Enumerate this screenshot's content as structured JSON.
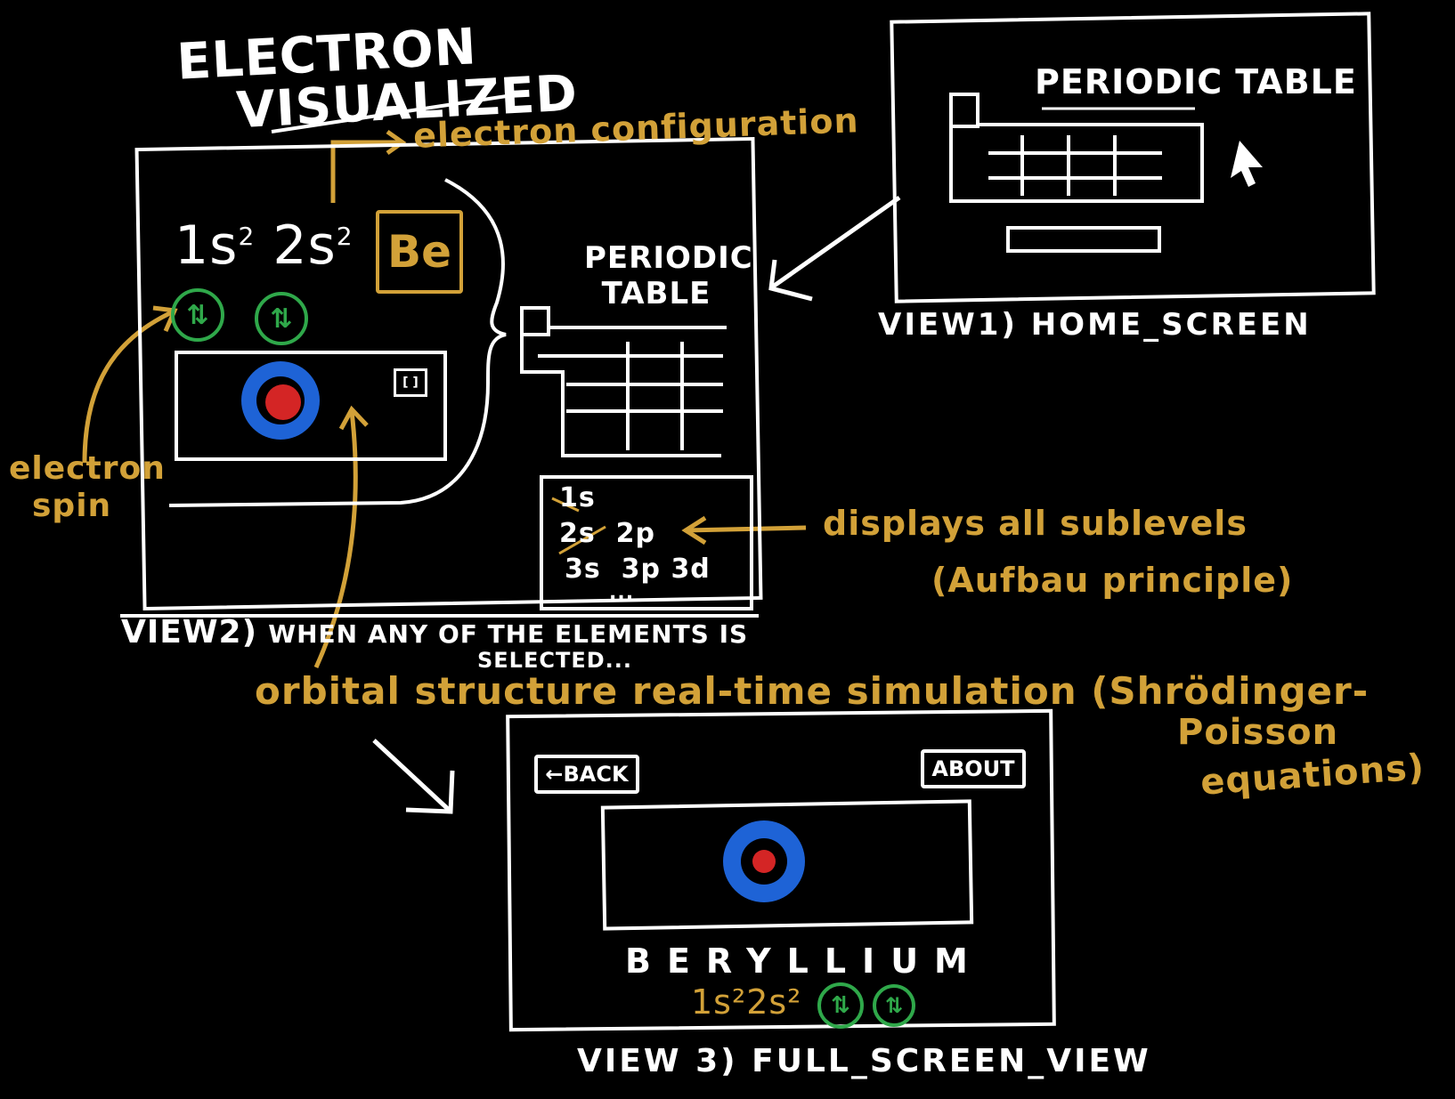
{
  "title": {
    "line1": "ELECTRON",
    "line2": "VISUALIZED"
  },
  "view1": {
    "panel_title": "PERIODIC TABLE",
    "caption": "VIEW1) HOME_SCREEN"
  },
  "view2": {
    "config_main": "1s",
    "config_sup1": "2",
    "config_mid": "2s",
    "config_sup2": "2",
    "element_symbol": "Be",
    "side_title_line1": "PERIODIC",
    "side_title_line2": "TABLE",
    "sublevels": {
      "row1": "1s",
      "row2a": "2s",
      "row2b": "2p",
      "row3a": "3s",
      "row3b": "3p",
      "row3c": "3d",
      "more": "..."
    },
    "caption_prefix": "VIEW2)",
    "caption_line1": "WHEN ANY OF THE ELEMENTS IS",
    "caption_line2": "SELECTED..."
  },
  "view3": {
    "back_label": "←BACK",
    "about_label": "ABOUT",
    "element_name": "BERYLLIUM",
    "config": "1s²2s²",
    "caption": "VIEW 3) FULL_SCREEN_VIEW"
  },
  "annotations": {
    "electron_configuration": "electron configuration",
    "electron_spin_line1": "electron",
    "electron_spin_line2": "spin",
    "sublevels_line1": "displays all sublevels",
    "sublevels_line2": "(Aufbau principle)",
    "orbital_prefix": "orbital structure",
    "orbital_rest": "real-time simulation (Shrödinger-",
    "orbital_line2": "Poisson",
    "orbital_line3": "equations)"
  },
  "spin_symbol": "⇅",
  "colors": {
    "accent": "#d2a138",
    "spin": "#2fa84a",
    "orbital": "#1e63d6",
    "nucleus": "#d42525"
  }
}
